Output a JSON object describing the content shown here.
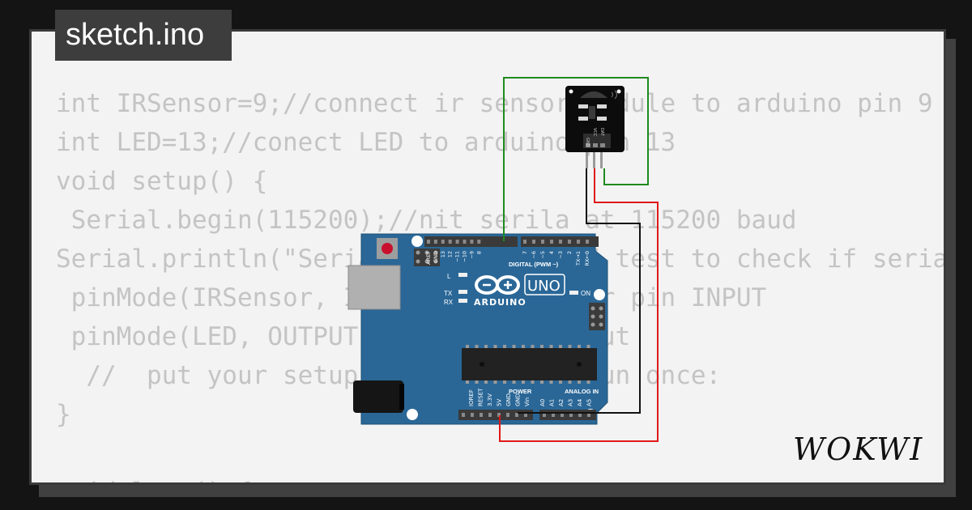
{
  "title": "sketch.ino",
  "code_lines": [
    "int IRSensor=9;//connect ir sensor module to arduino pin 9",
    "int LED=13;//conect LED to arduino pin 13",
    "void setup() {",
    " Serial.begin(115200);//nit serila at 115200 baud",
    "Serial.println(\"Serial working\"); // test to check if serial working",
    " pinMode(IRSensor, INPUT);//IR sensor pin INPUT",
    " pinMode(LED, OUTPUT);//LED pin output",
    "  //  put your setup code here, to run once:",
    "}",
    "",
    "void loop() {"
  ],
  "board": {
    "name": "ARDUINO",
    "model": "UNO",
    "digital_label": "DIGITAL (PWM ~)",
    "power_label": "POWER",
    "analog_label": "ANALOG IN",
    "on_label": "ON",
    "l_label": "L",
    "tx_label": "TX",
    "rx_label": "RX",
    "top_pins": [
      "AREF",
      "GND",
      "13",
      "12",
      "~11",
      "~10",
      "~9",
      "8",
      "7",
      "~6",
      "~5",
      "4",
      "~3",
      "2",
      "TX→1",
      "RX←0"
    ],
    "power_pins": [
      "IOREF",
      "RESET",
      "3.3V",
      "5V",
      "GND",
      "GND",
      "Vin"
    ],
    "analog_pins": [
      "A0",
      "A1",
      "A2",
      "A3",
      "A4",
      "A5"
    ]
  },
  "sensor": {
    "pins": [
      "GND",
      "VCC",
      "DAT"
    ]
  },
  "brand": "WOKWI",
  "colors": {
    "board": "#2a6797",
    "wire_signal": "#1f8a1f",
    "wire_power": "#e01919",
    "wire_ground": "#111111"
  }
}
